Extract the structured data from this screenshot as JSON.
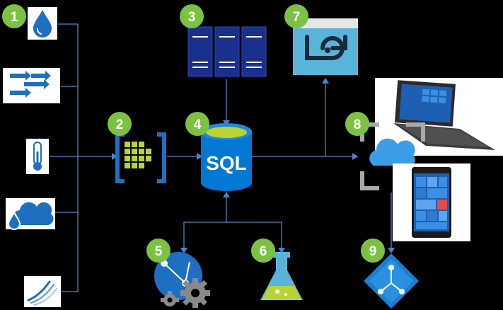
{
  "diagram": {
    "colors": {
      "background": "#000000",
      "connector": "#4a86c8",
      "badge": "#7cc242",
      "badge_text": "#ffffff",
      "azure_blue": "#0078d4",
      "sql_text": "#ffffff",
      "database_top": "#b8d432"
    },
    "badges": [
      "1",
      "2",
      "3",
      "4",
      "5",
      "6",
      "7",
      "8",
      "9"
    ],
    "sql_label": "SQL",
    "nodes": [
      {
        "name": "water-drop-icon",
        "badge": "1"
      },
      {
        "name": "flow-arrows-icon"
      },
      {
        "name": "thermometer-icon"
      },
      {
        "name": "cloud-water-icon"
      },
      {
        "name": "wind-swirl-icon"
      },
      {
        "name": "event-hub-icon",
        "badge": "2"
      },
      {
        "name": "server-rack-icon",
        "badge": "3"
      },
      {
        "name": "sql-database-icon",
        "badge": "4"
      },
      {
        "name": "web-app-gears-icon",
        "badge": "5"
      },
      {
        "name": "machine-learning-flask-icon",
        "badge": "6"
      },
      {
        "name": "stream-analytics-icon",
        "badge": "7"
      },
      {
        "name": "iot-hub-cloud-icon",
        "badge": "8"
      },
      {
        "name": "active-directory-icon",
        "badge": "9"
      },
      {
        "name": "surface-tablet-photo"
      },
      {
        "name": "windows-phone-photo"
      }
    ]
  }
}
